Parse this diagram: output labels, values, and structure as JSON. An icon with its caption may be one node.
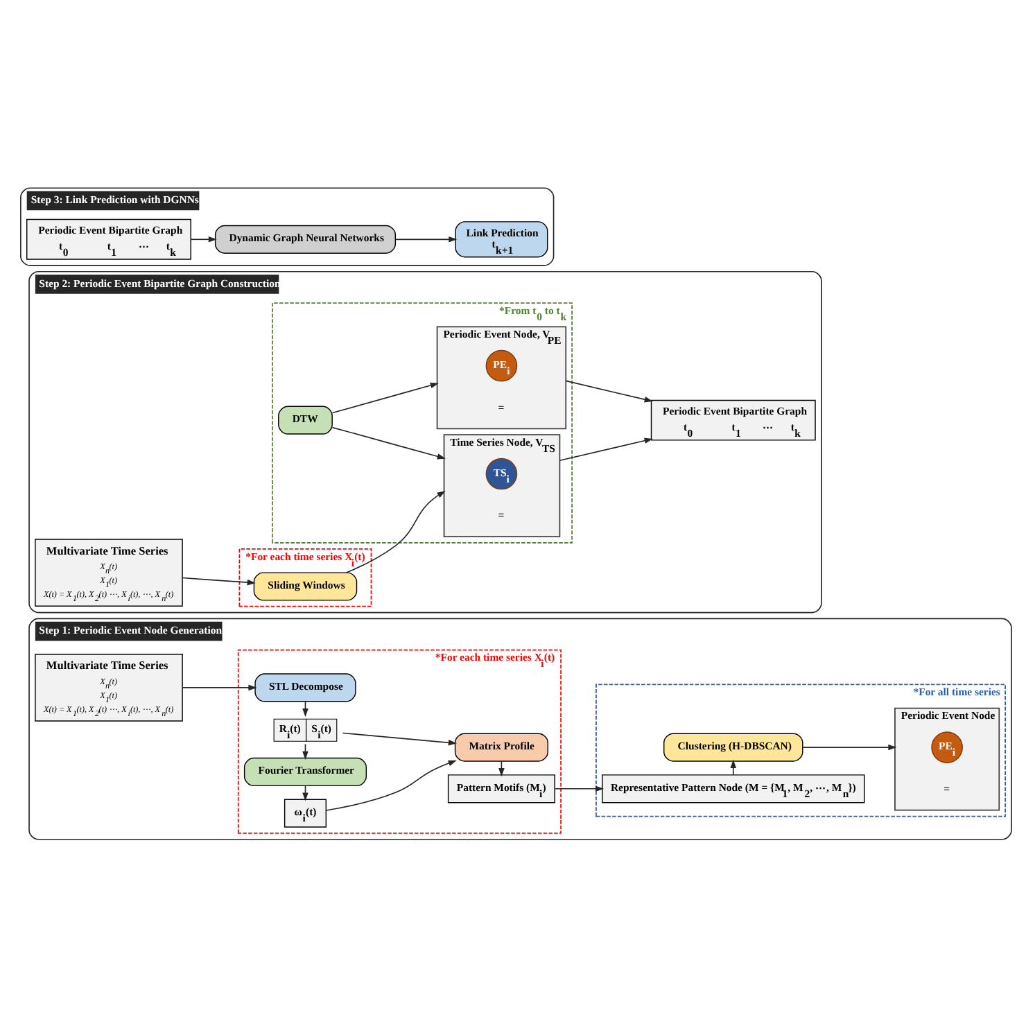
{
  "diagram": {
    "nodes": [
      {
        "text": [
          "Step 1: Periodic Event Node Generation"
        ]
      },
      {
        "text": [
          "Multivariate Time Series",
          "X$_{n}$(t)",
          "X$_{1}$(t)",
          "X(t) = X$_{1}$(t), X$_{2}$(t) ⋯, X$_{i}$(t), ⋯, X$_{n}$(t)"
        ],
        "in": 0
      },
      {
        "text": [
          "*For each time series X$_{i}$(t)"
        ],
        "in": 0
      },
      {
        "text": [
          "STL Decompose"
        ],
        "in": 2
      },
      {
        "text": [
          "R$_{i}$(t)",
          "S$_{i}$(t)"
        ],
        "in": 2
      },
      {
        "text": [
          "Fourier Transformer"
        ],
        "in": 2
      },
      {
        "text": [
          "ω$_{i}$(t)"
        ],
        "in": 2
      },
      {
        "text": [
          "Matrix Profile"
        ],
        "in": 2
      },
      {
        "text": [
          "Pattern Motifs (M$_{i}$)"
        ],
        "in": 2
      },
      {
        "text": [
          "*For all time series"
        ],
        "in": 0
      },
      {
        "text": [
          "Representative Pattern Node (M = {M$_{1}$, M$_{2}$, ⋯, M$_{n}$})"
        ],
        "in": 9
      },
      {
        "text": [
          "Clustering (H-DBSCAN)"
        ],
        "in": 9
      },
      {
        "text": [
          "Periodic Event Node",
          "="
        ],
        "in": 9
      },
      {
        "text": [
          "PE$_{i}$"
        ],
        "in": 12
      },
      {
        "text": [
          "Step 2: Periodic Event Bipartite Graph Construction"
        ]
      },
      {
        "text": [
          "Multivariate Time Series",
          "X$_{n}$(t)",
          "X$_{1}$(t)",
          "X(t) = X$_{1}$(t), X$_{2}$(t) ⋯, X$_{i}$(t), ⋯, X$_{n}$(t)"
        ],
        "in": 14
      },
      {
        "text": [
          "*For each time series X$_{i}$(t)"
        ],
        "in": 14
      },
      {
        "text": [
          "Sliding Windows"
        ],
        "in": 16
      },
      {
        "text": [
          "*From t$_{0}$ to t$_{k}$"
        ],
        "in": 14
      },
      {
        "text": [
          "Periodic Event Node, V$_{PE}$",
          "="
        ],
        "in": 18
      },
      {
        "text": [
          "PE$_{i}$"
        ],
        "in": 19
      },
      {
        "text": [
          "DTW"
        ],
        "in": 18
      },
      {
        "text": [
          "Time Series Node, V$_{TS}$",
          "="
        ],
        "in": 18
      },
      {
        "text": [
          "TS$_{i}$"
        ],
        "in": 22
      },
      {
        "text": [
          "Periodic Event Bipartite Graph",
          "t$_{0}$",
          "t$_{1}$",
          "⋯",
          "t$_{k}$"
        ],
        "in": 14
      },
      {
        "text": [
          "Step 3: Link Prediction with DGNNs"
        ]
      },
      {
        "text": [
          "Periodic Event Bipartite Graph",
          "t$_{0}$",
          "t$_{1}$",
          "⋯",
          "t$_{k}$"
        ],
        "in": 25
      },
      {
        "text": [
          "Dynamic Graph Neural Networks"
        ],
        "in": 25
      },
      {
        "text": [
          "Link Prediction",
          "t$_{k+1}$"
        ],
        "in": 25
      }
    ],
    "edges": [
      {
        "from": 1,
        "to": 3,
        "arrow": "to"
      },
      {
        "from": 3,
        "to": 4,
        "arrow": "to"
      },
      {
        "from": 4,
        "to": 5,
        "arrow": "to"
      },
      {
        "from": 4,
        "to": 7,
        "arrow": "to"
      },
      {
        "from": 5,
        "to": 6,
        "arrow": "to"
      },
      {
        "from": 6,
        "to": 7,
        "arrow": "to"
      },
      {
        "from": 7,
        "to": 8,
        "arrow": "to"
      },
      {
        "from": 8,
        "to": 10,
        "arrow": "to"
      },
      {
        "from": 10,
        "to": 11,
        "arrow": "to"
      },
      {
        "from": 11,
        "to": 12,
        "arrow": "to"
      },
      {
        "from": 15,
        "to": 17,
        "arrow": "to"
      },
      {
        "from": 17,
        "to": 22,
        "arrow": "to"
      },
      {
        "from": 21,
        "to": 19,
        "arrow": "to"
      },
      {
        "from": 21,
        "to": 22,
        "arrow": "to"
      },
      {
        "from": 19,
        "to": 24,
        "arrow": "to"
      },
      {
        "from": 22,
        "to": 24,
        "arrow": "to"
      },
      {
        "from": 26,
        "to": 27,
        "arrow": "to"
      },
      {
        "from": 27,
        "to": 28,
        "arrow": "to"
      }
    ]
  }
}
